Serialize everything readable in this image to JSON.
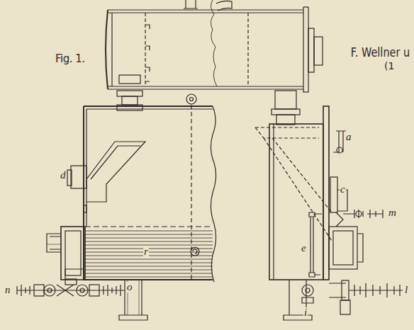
{
  "diagram": {
    "labels": [
      "Fig. 1.",
      "F. Wellner u",
      "(1",
      "a",
      "d",
      "c",
      "m",
      "e",
      "r",
      "n",
      "o",
      "i",
      "l"
    ]
  }
}
